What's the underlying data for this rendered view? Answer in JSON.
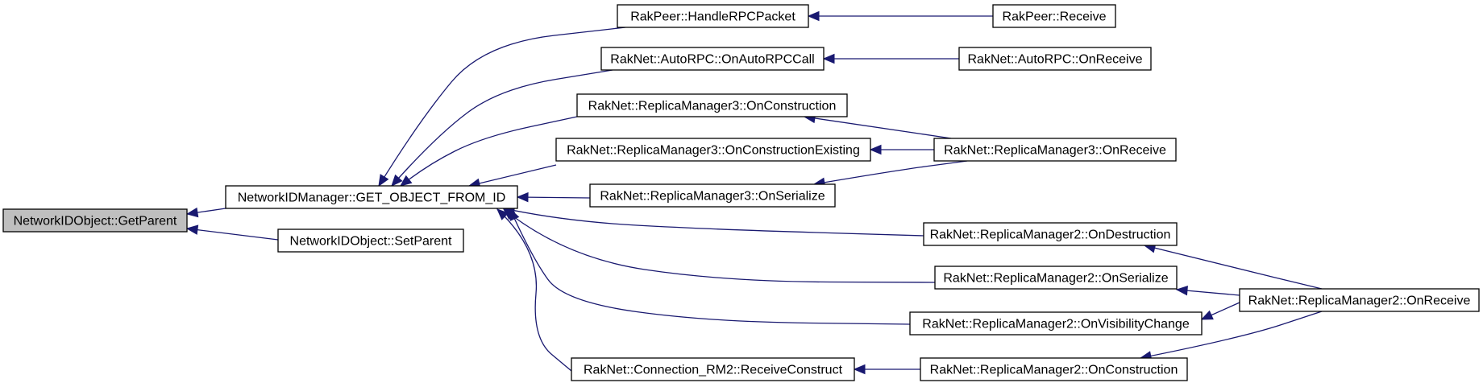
{
  "diagram": {
    "nodes": [
      {
        "id": "getparent",
        "label": "NetworkIDObject::GetParent",
        "current": true
      },
      {
        "id": "getobj",
        "label": "NetworkIDManager::GET_OBJECT_FROM_ID"
      },
      {
        "id": "setparent",
        "label": "NetworkIDObject::SetParent"
      },
      {
        "id": "handlerpc",
        "label": "RakPeer::HandleRPCPacket"
      },
      {
        "id": "rakpeer_recv",
        "label": "RakPeer::Receive"
      },
      {
        "id": "autorpc_call",
        "label": "RakNet::AutoRPC::OnAutoRPCCall"
      },
      {
        "id": "autorpc_recv",
        "label": "RakNet::AutoRPC::OnReceive"
      },
      {
        "id": "rm3_con",
        "label": "RakNet::ReplicaManager3::OnConstruction"
      },
      {
        "id": "rm3_conex",
        "label": "RakNet::ReplicaManager3::OnConstructionExisting"
      },
      {
        "id": "rm3_recv",
        "label": "RakNet::ReplicaManager3::OnReceive"
      },
      {
        "id": "rm3_ser",
        "label": "RakNet::ReplicaManager3::OnSerialize"
      },
      {
        "id": "rm2_des",
        "label": "RakNet::ReplicaManager2::OnDestruction"
      },
      {
        "id": "rm2_ser",
        "label": "RakNet::ReplicaManager2::OnSerialize"
      },
      {
        "id": "rm2_vis",
        "label": "RakNet::ReplicaManager2::OnVisibilityChange"
      },
      {
        "id": "rm2_recv",
        "label": "RakNet::ReplicaManager2::OnReceive"
      },
      {
        "id": "conn_rm2",
        "label": "RakNet::Connection_RM2::ReceiveConstruct"
      },
      {
        "id": "rm2_con",
        "label": "RakNet::ReplicaManager2::OnConstruction"
      }
    ],
    "edges": [
      {
        "from": "getobj",
        "to": "getparent"
      },
      {
        "from": "setparent",
        "to": "getparent"
      },
      {
        "from": "handlerpc",
        "to": "getobj"
      },
      {
        "from": "autorpc_call",
        "to": "getobj"
      },
      {
        "from": "rm3_con",
        "to": "getobj"
      },
      {
        "from": "rm3_conex",
        "to": "getobj"
      },
      {
        "from": "rm3_ser",
        "to": "getobj"
      },
      {
        "from": "rm2_des",
        "to": "getobj"
      },
      {
        "from": "rm2_ser",
        "to": "getobj"
      },
      {
        "from": "rm2_vis",
        "to": "getobj"
      },
      {
        "from": "conn_rm2",
        "to": "getobj"
      },
      {
        "from": "rakpeer_recv",
        "to": "handlerpc"
      },
      {
        "from": "autorpc_recv",
        "to": "autorpc_call"
      },
      {
        "from": "rm3_recv",
        "to": "rm3_con"
      },
      {
        "from": "rm3_recv",
        "to": "rm3_conex"
      },
      {
        "from": "rm3_recv",
        "to": "rm3_ser"
      },
      {
        "from": "rm2_recv",
        "to": "rm2_des"
      },
      {
        "from": "rm2_recv",
        "to": "rm2_ser"
      },
      {
        "from": "rm2_recv",
        "to": "rm2_vis"
      },
      {
        "from": "rm2_recv",
        "to": "rm2_con"
      },
      {
        "from": "rm2_con",
        "to": "conn_rm2"
      }
    ],
    "colors": {
      "edge": "#191970",
      "node_border": "#000000",
      "node_fill": "#ffffff",
      "current_node_fill": "#bfbfbf"
    }
  }
}
